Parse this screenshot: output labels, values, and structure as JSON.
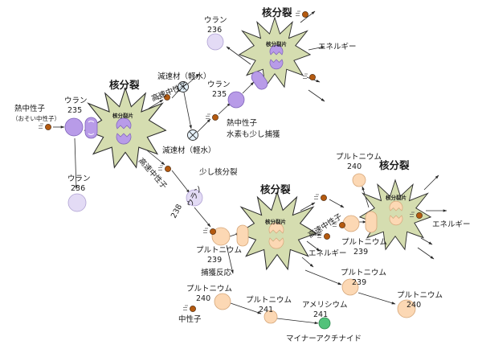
{
  "labels": {
    "thermal_neutron": "熱中性子",
    "slow_neutron": "（おそい中性子）",
    "u235_a": "ウラン",
    "u235_a_num": "235",
    "fission_1": "核分裂",
    "fragment_1": "核分裂片",
    "u236_top": "ウラン",
    "u236_top_num": "236",
    "fission_top": "核分裂",
    "fragment_top": "核分裂片",
    "energy_top": "エネルギー",
    "moderator_1": "減速材（軽水）",
    "moderator_2": "減速材（軽水）",
    "fast_neutron_1": "高速中性子",
    "u235_b": "ウラン",
    "u235_b_num": "235",
    "thermal_neutron_2": "熱中性子",
    "hydrogen_capture": "水素も少し捕獲",
    "u236_left": "ウラン",
    "u236_left_num": "236",
    "fast_neutron_2": "高速中性子",
    "small_fission": "少し核分裂",
    "u238": "ウラン",
    "u238_num": "238",
    "pu239_a": "プルトニウム",
    "pu239_a_num": "239",
    "fission_mid": "核分裂",
    "fragment_mid": "核分裂片",
    "energy_mid": "エネルギー",
    "pu240_top": "プルトニウム",
    "pu240_top_num": "240",
    "fast_neutron_3": "高速中性子",
    "pu239_b": "プルトニウム",
    "pu239_b_num": "239",
    "fission_right": "核分裂",
    "fragment_right": "核分裂片",
    "energy_right": "エネルギー",
    "capture_reaction": "捕獲反応",
    "pu240_left": "プルトニウム",
    "pu240_left_num": "240",
    "neutron": "中性子",
    "pu241": "プルトニウム",
    "pu241_num": "241",
    "am241": "アメリシウム",
    "am241_num": "241",
    "minor_actinide": "マイナーアクチナイド",
    "pu239_c": "プルトニウム",
    "pu239_c_num": "239",
    "pu240_right": "プルトニウム",
    "pu240_right_num": "240"
  },
  "colors": {
    "uranium_fill": "#b89be8",
    "uranium_light_fill": "#e3dbf5",
    "plutonium_fill": "#fcd8b4",
    "plutonium_stroke": "#d6a77a",
    "neutron_fill": "#b45a10",
    "burst_fill": "#d5ddb0",
    "americium_fill": "#52c27a",
    "moderator_fill": "#e6f2fb"
  }
}
